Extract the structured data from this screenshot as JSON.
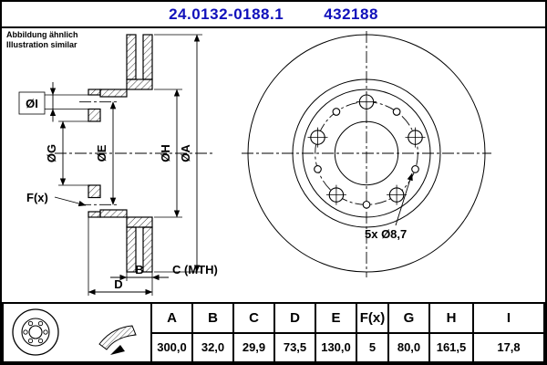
{
  "header": {
    "part_number": "24.0132-0188.1",
    "article_number": "432188",
    "note_line1": "Abbildung ähnlich",
    "note_line2": "Illustration similar",
    "accent_color": "#1111bb"
  },
  "drawing": {
    "labels": {
      "dia_i": "ØI",
      "dia_g": "ØG",
      "dia_e": "ØE",
      "dia_h": "ØH",
      "dia_a": "ØA",
      "f_x": "F(x)",
      "b": "B",
      "c_mth": "C (MTH)",
      "d": "D",
      "holes_note": "5x Ø8,7"
    },
    "icons": [
      "brake-disc-icon",
      "brake-pad-icon"
    ]
  },
  "table": {
    "columns": [
      "A",
      "B",
      "C",
      "D",
      "E",
      "F(x)",
      "G",
      "H",
      "I"
    ],
    "values": [
      "300,0",
      "32,0",
      "29,9",
      "73,5",
      "130,0",
      "5",
      "80,0",
      "161,5",
      "17,8"
    ]
  }
}
